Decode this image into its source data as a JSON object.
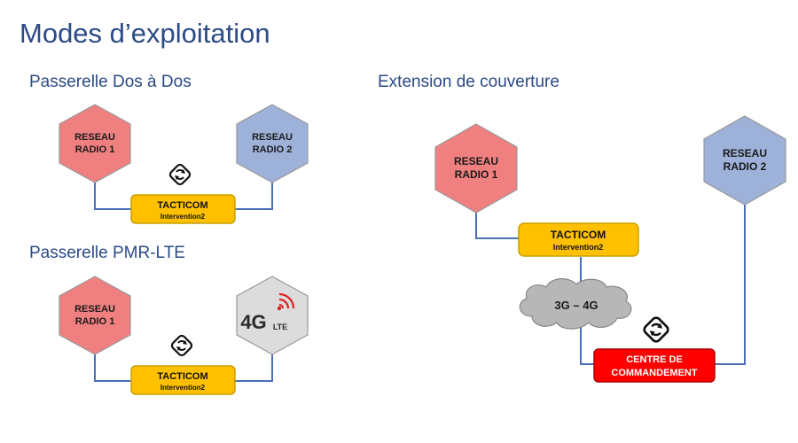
{
  "page": {
    "title": "Modes d’exploitation"
  },
  "sections": {
    "dos_a_dos": "Passerelle Dos à Dos",
    "pmr_lte": "Passerelle PMR-LTE",
    "extension": "Extension de couverture"
  },
  "nodes": {
    "radio1_line1": "RESEAU",
    "radio1_line2": "RADIO 1",
    "radio2_line1": "RESEAU",
    "radio2_line2": "RADIO 2",
    "tacticom_line1": "TACTICOM",
    "tacticom_line2": "Intervention2",
    "lte_4g": "4G",
    "lte_sub": "LTE",
    "cloud": "3G – 4G",
    "centre_line1": "CENTRE DE",
    "centre_line2": "COMMANDEMENT"
  },
  "colors": {
    "title_blue": "#2b4a86",
    "hex_red": "#f08080",
    "hex_blue": "#9db1d9",
    "hex_gray": "#dcdcdc",
    "tacticom_fill": "#ffc000",
    "tacticom_border": "#c8a000",
    "centre_red": "#ff0000",
    "line_blue": "#4a6fb5",
    "cloud_gray": "#b7b7b7"
  },
  "icons": [
    "sync-icon",
    "lte-signal-icon"
  ]
}
